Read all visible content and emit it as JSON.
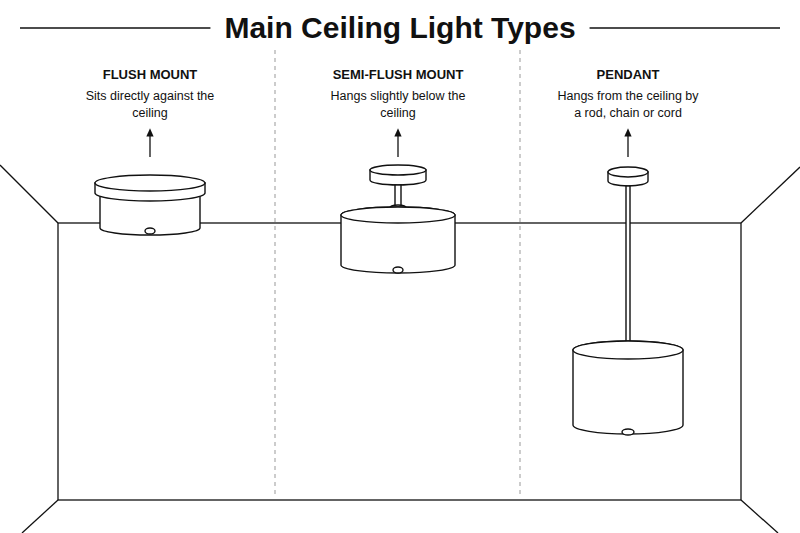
{
  "diagram": {
    "title": "Main Ceiling Light Types",
    "labels": [
      "FLUSH MOUNT",
      "Sits directly against the ceiling",
      "SEMI-FLUSH MOUNT",
      "Hangs slightly below the ceiling",
      "PENDANT",
      "Hangs from the ceiling by a rod, chain or cord"
    ]
  }
}
